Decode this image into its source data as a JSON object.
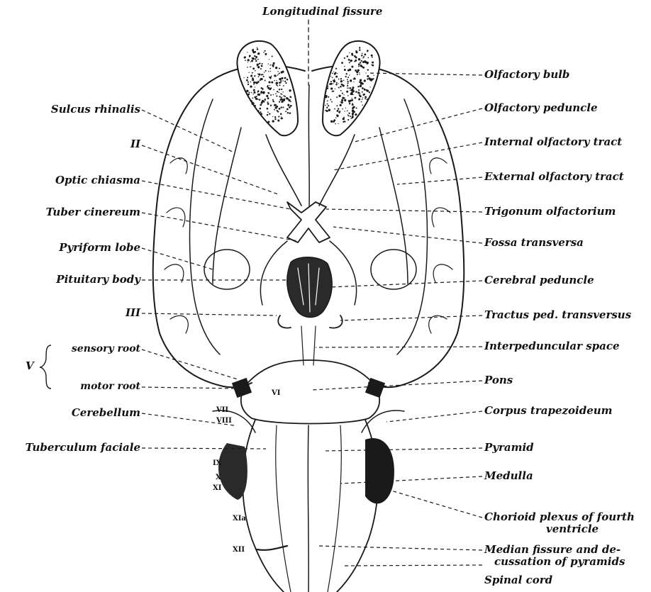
{
  "top_label": "Longitudinal fissure",
  "left_labels": [
    "Sulcus rhinalis",
    "II",
    "Optic chiasma",
    "Tuber cinereum",
    "Pyriform lobe",
    "Pituitary body",
    "III",
    "sensory root",
    "motor root",
    "Cerebellum",
    "Tuberculum faciale"
  ],
  "trigeminal_numeral": "V",
  "right_labels": [
    "Olfactory bulb",
    "Olfactory peduncle",
    "Internal olfactory tract",
    "External olfactory tract",
    "Trigonum olfactorium",
    "Fossa transversa",
    "Cerebral peduncle",
    "Tractus ped. transversus",
    "Interpeduncular space",
    "Pons",
    "Corpus trapezoideum",
    "Pyramid",
    "Medulla",
    "Chorioid plexus of fourth",
    "ventricle",
    "Median fissure and de-",
    "cussation of pyramids",
    "Spinal cord"
  ],
  "nerve_numerals": [
    "VI",
    "VII",
    "VIII",
    "IX",
    "X",
    "XI",
    "XIa",
    "XII"
  ]
}
